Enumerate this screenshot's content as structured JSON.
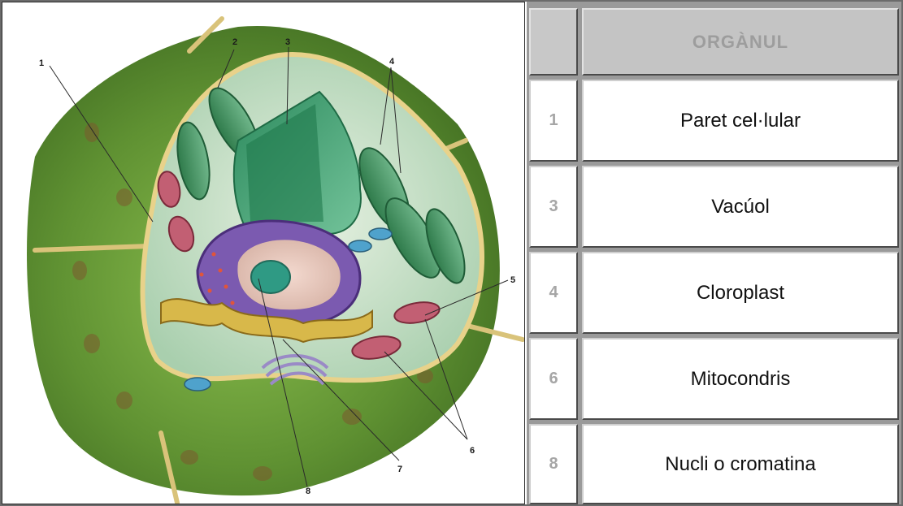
{
  "diagram": {
    "callout_labels": [
      "1",
      "2",
      "3",
      "4",
      "5",
      "6",
      "7",
      "8"
    ]
  },
  "table": {
    "header": {
      "number": "",
      "organelle": "ORGÀNUL"
    },
    "rows": [
      {
        "number": "1",
        "organelle": "Paret cel·lular"
      },
      {
        "number": "3",
        "organelle": "Vacúol"
      },
      {
        "number": "4",
        "organelle": "Cloroplast"
      },
      {
        "number": "6",
        "organelle": "Mitocondris"
      },
      {
        "number": "8",
        "organelle": "Nucli o cromatina"
      }
    ]
  },
  "colors": {
    "cell_wall": "#5d8a2e",
    "vacuole": "#3f9a6c",
    "chloroplast": "#2f8a55",
    "mitochondria": "#b8536a",
    "nucleus": "#7a5aa8",
    "table_header": "#c4c4c4",
    "number_text": "#a6a6a6"
  }
}
